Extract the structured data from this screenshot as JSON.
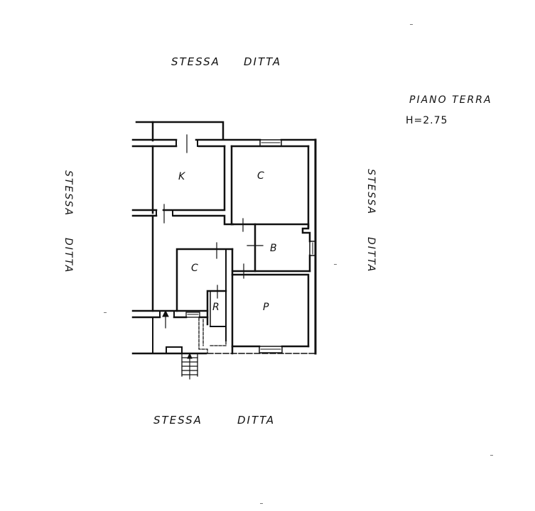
{
  "plan": {
    "title": "PIANO   TERRA",
    "height_label": "H=2.75"
  },
  "neighbors": {
    "top": {
      "word1": "STESSA",
      "word2": "DITTA"
    },
    "bottom": {
      "word1": "STESSA",
      "word2": "DITTA"
    },
    "left": {
      "word1": "STESSA",
      "word2": "DITTA"
    },
    "right": {
      "word1": "STESSA",
      "word2": "DITTA"
    }
  },
  "rooms": [
    {
      "id": "k",
      "label": "K"
    },
    {
      "id": "c1",
      "label": "C"
    },
    {
      "id": "b",
      "label": "B"
    },
    {
      "id": "c2",
      "label": "C"
    },
    {
      "id": "r",
      "label": "R"
    },
    {
      "id": "p",
      "label": "P"
    }
  ],
  "colors": {
    "line": "#111111",
    "background": "#ffffff"
  }
}
